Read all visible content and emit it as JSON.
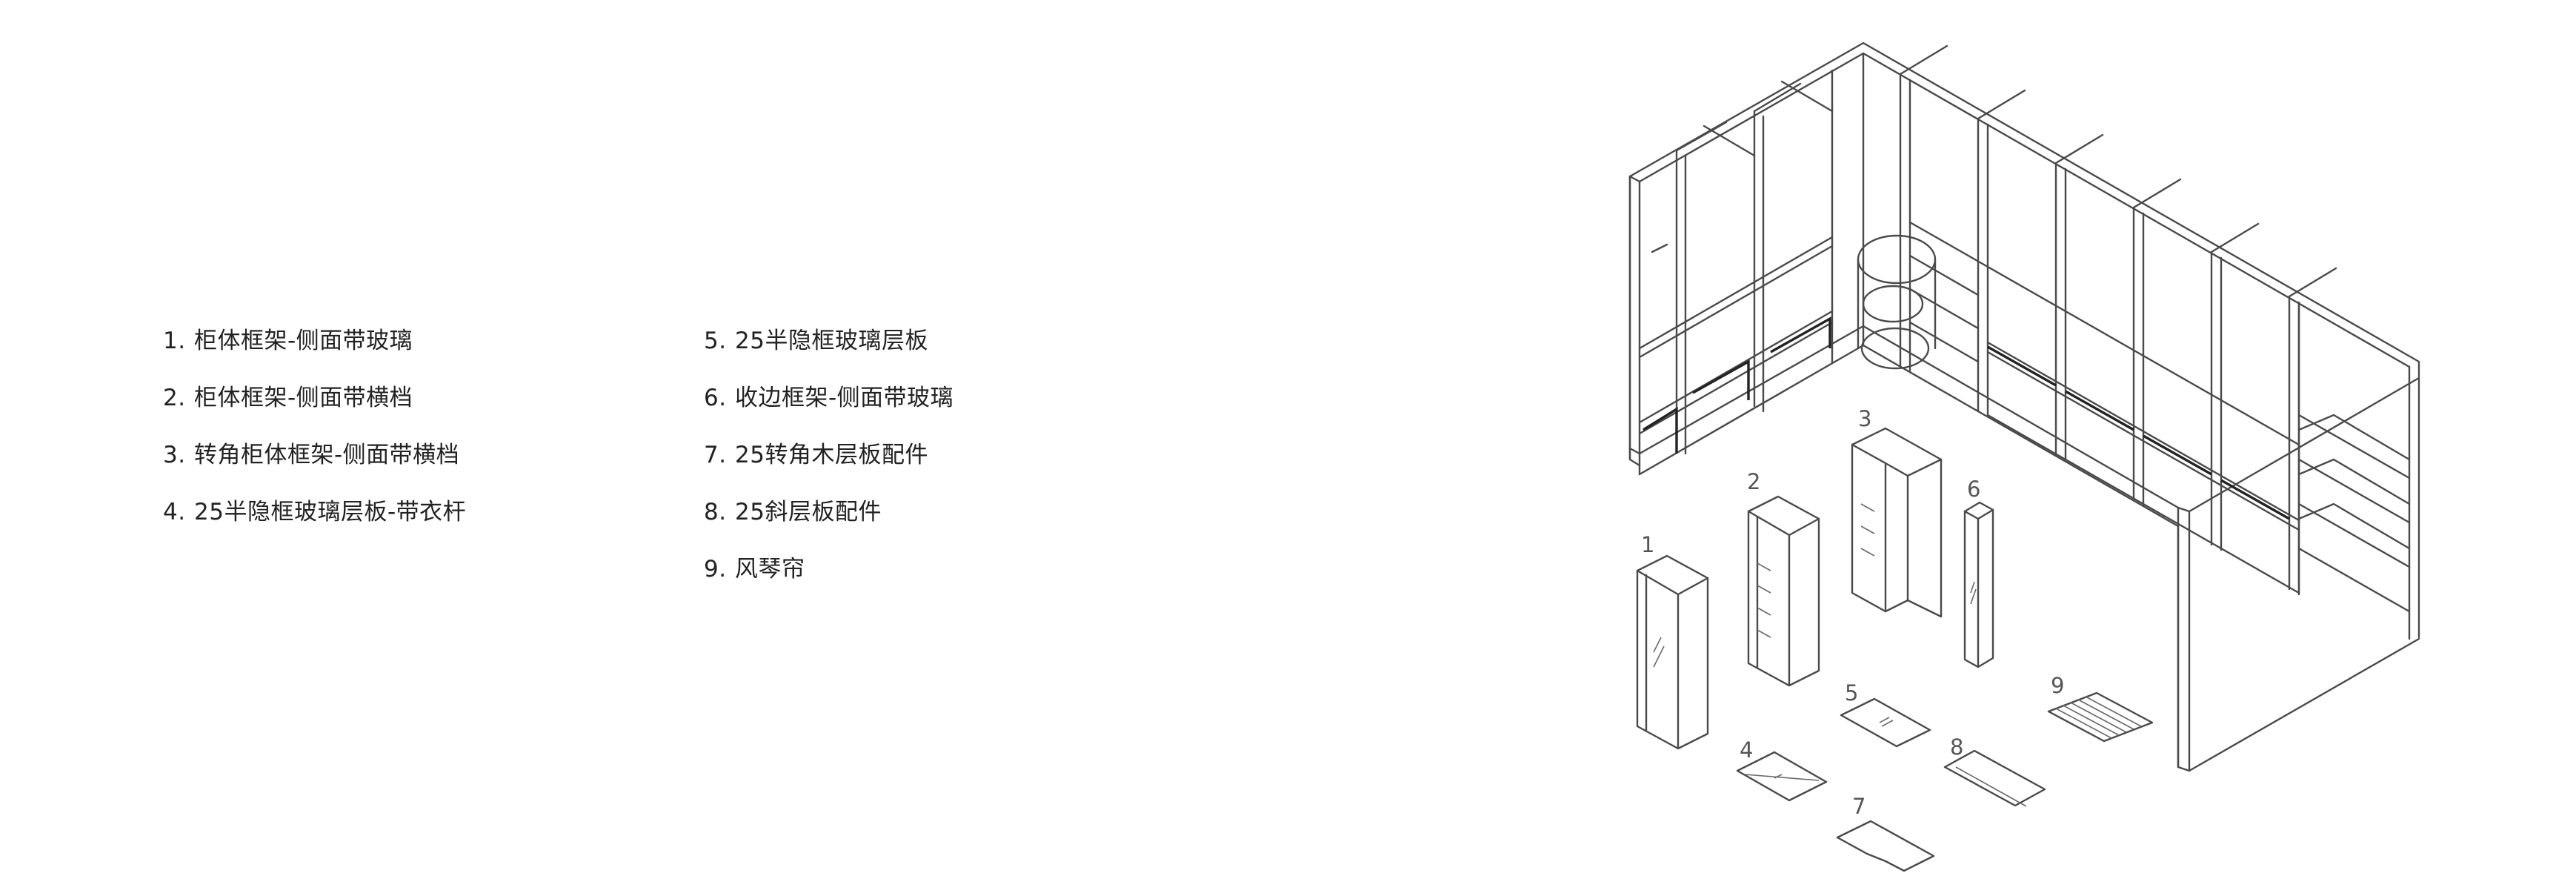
{
  "legend": {
    "column1": [
      {
        "num": "1.",
        "text": "柜体框架-侧面带玻璃"
      },
      {
        "num": "2.",
        "text": "柜体框架-侧面带横档"
      },
      {
        "num": "3.",
        "text": "转角柜体框架-侧面带横档"
      },
      {
        "num": "4.",
        "text": "25半隐框玻璃层板-带衣杆"
      }
    ],
    "column2": [
      {
        "num": "5.",
        "text": "25半隐框玻璃层板"
      },
      {
        "num": "6.",
        "text": "收边框架-侧面带玻璃"
      },
      {
        "num": "7.",
        "text": "25转角木层板配件"
      },
      {
        "num": "8.",
        "text": "25斜层板配件"
      },
      {
        "num": "9.",
        "text": "风琴帘"
      }
    ]
  },
  "part_labels": [
    "1",
    "2",
    "3",
    "4",
    "5",
    "6",
    "7",
    "8",
    "9"
  ]
}
